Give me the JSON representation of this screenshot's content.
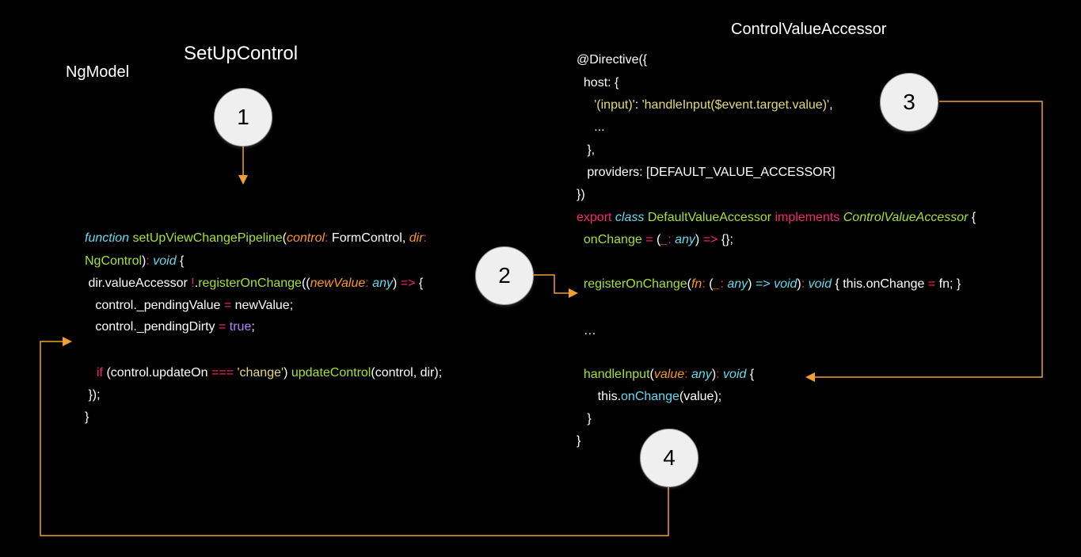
{
  "titles": {
    "ngmodel": "NgModel",
    "setupcontrol": "SetUpControl",
    "cva": "ControlValueAccessor"
  },
  "steps": [
    "1",
    "2",
    "3",
    "4"
  ],
  "arrow_color": "#f0a030",
  "left_code": {
    "l1": {
      "fn_kw": "function",
      "fn_name": "setUpViewChangePipeline",
      "p1_open": "(",
      "p1": "control",
      "colon1": ":",
      "t1": " FormControl, ",
      "p2": "dir",
      "colon2": ":"
    },
    "l2": {
      "t": "NgControl",
      "close": ")",
      "colon": ":",
      "void": " void",
      "brace": " {"
    },
    "l3": {
      "a": " dir.valueAccessor ",
      "bang": "!",
      "dot": ".",
      "reg": "registerOnChange",
      "open": "((",
      "nv": "newValue",
      "colon": ":",
      "any": " any",
      "close": ") ",
      "arrow": "=>",
      "brace": " {"
    },
    "l4": {
      "a": "   control._pendingValue ",
      "eq": "=",
      "b": " newValue;"
    },
    "l5": {
      "a": "   control._pendingDirty ",
      "eq": "=",
      "sp": " ",
      "val": "true",
      "semi": ";"
    },
    "l6": {
      "if": "if",
      "a": " (control.updateOn ",
      "op": "===",
      "sp": " ",
      "str": "'change'",
      "c": ") ",
      "fn": "updateControl",
      "d": "(control, dir);"
    },
    "l7": " });",
    "l8": "}"
  },
  "right_code": {
    "r1": "@Directive({",
    "r2": "  host: {",
    "r3": {
      "indent": "     ",
      "s1": "'(input)'",
      "colon": ": ",
      "s2": "'handleInput($event.target.value)'",
      "comma": ","
    },
    "r4": "     ...",
    "r5": "   },",
    "r6": "   providers: [DEFAULT_VALUE_ACCESSOR]",
    "r7": "})",
    "r8": {
      "export": "export",
      "class": " class",
      "name": " DefaultValueAccessor",
      "impl": " implements",
      "iface": " ControlValueAccessor",
      "brace": " {"
    },
    "r9": {
      "a": "  onChange ",
      "eq": "=",
      "b": " (",
      "u": "_",
      "colon": ":",
      "any": " any",
      "c": ") ",
      "arrow": "=>",
      "d": " {};"
    },
    "r10": {
      "a": "  ",
      "reg": "registerOnChange",
      "b": "(",
      "fn": "fn",
      "colon": ":",
      "c": " (",
      "u": "_",
      "colon2": ":",
      "any": " any",
      "d": ") ",
      "arrow": "=>",
      "void1": " void",
      "e": ")",
      "colon3": ":",
      "void2": " void",
      "f": " { this.onChange ",
      "eq": "=",
      "g": " fn; }"
    },
    "r11": "  …",
    "r12": {
      "a": "  ",
      "hi": "handleInput",
      "b": "(",
      "val": "value",
      "colon": ":",
      "any": " any",
      "c": ")",
      "colon2": ":",
      "void": " void",
      "d": " {"
    },
    "r13": {
      "a": "      this.",
      "oc": "onChange",
      "b": "(value);"
    },
    "r14": "   }",
    "r15": "}"
  }
}
